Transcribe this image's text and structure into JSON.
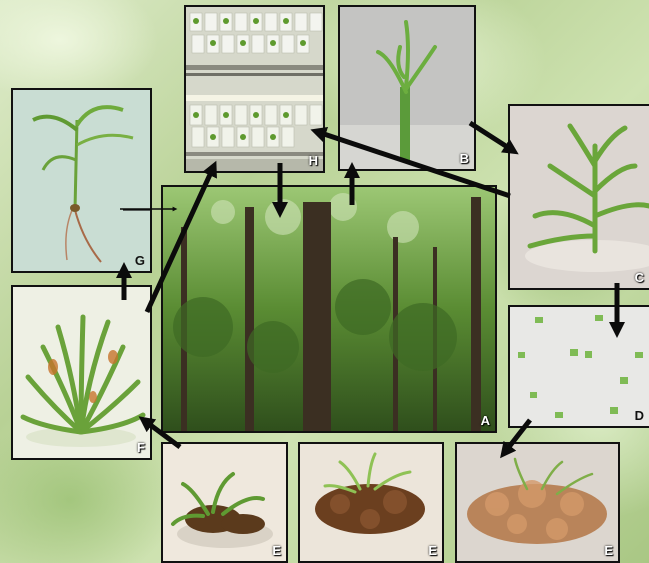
{
  "panels": {
    "a": {
      "label": "A"
    },
    "b": {
      "label": "B"
    },
    "c": {
      "label": "C"
    },
    "d": {
      "label": "D"
    },
    "e1": {
      "label": "E"
    },
    "e2": {
      "label": "E"
    },
    "e3": {
      "label": "E"
    },
    "f": {
      "label": "F"
    },
    "g": {
      "label": "G"
    },
    "h": {
      "label": "H"
    }
  },
  "colors": {
    "arrow": "#0b0b0b",
    "forest": "#3f6b22",
    "plant": "#7cab3c",
    "callus": "#6b3f1f"
  }
}
